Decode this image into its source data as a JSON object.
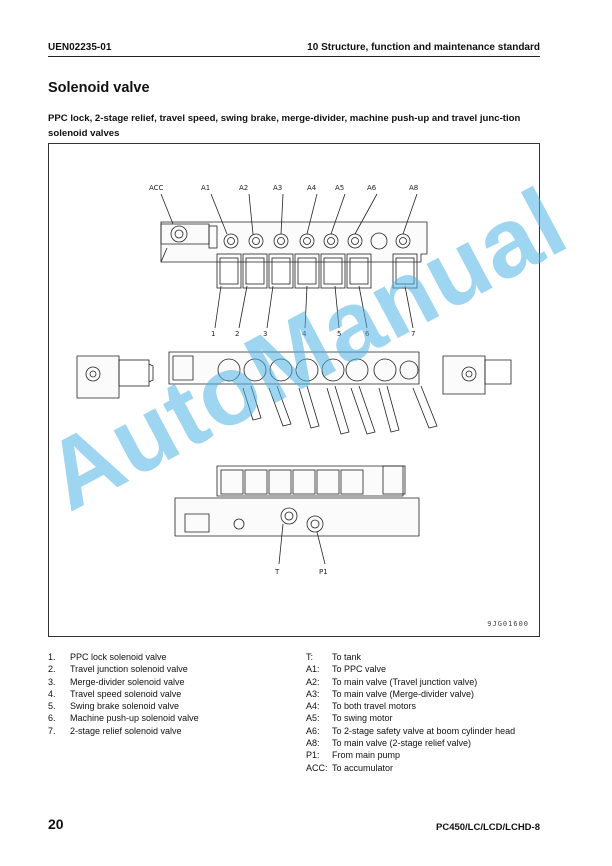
{
  "header": {
    "doc_code": "UEN02235-01",
    "section": "10 Structure, function and maintenance standard"
  },
  "title": "Solenoid valve",
  "subtitle": "PPC lock, 2-stage relief, travel speed, swing brake, merge-divider, machine push-up and travel junc-tion solenoid valves",
  "figure": {
    "code": "9JG01600",
    "port_labels": [
      "ACC",
      "A1",
      "A2",
      "A3",
      "A4",
      "A5",
      "A6",
      "A8"
    ],
    "callouts": [
      "1",
      "2",
      "3",
      "4",
      "5",
      "6",
      "7"
    ],
    "bottom_labels": [
      "T",
      "P1"
    ]
  },
  "parts": [
    {
      "num": "1.",
      "text": "PPC lock solenoid valve"
    },
    {
      "num": "2.",
      "text": "Travel junction solenoid valve"
    },
    {
      "num": "3.",
      "text": "Merge-divider solenoid valve"
    },
    {
      "num": "4.",
      "text": "Travel speed solenoid valve"
    },
    {
      "num": "5.",
      "text": "Swing brake solenoid valve"
    },
    {
      "num": "6.",
      "text": "Machine push-up solenoid valve"
    },
    {
      "num": "7.",
      "text": "2-stage relief solenoid valve"
    }
  ],
  "ports": [
    {
      "key": "T:",
      "text": "To tank"
    },
    {
      "key": "A1:",
      "text": "To PPC valve"
    },
    {
      "key": "A2:",
      "text": "To main valve (Travel junction valve)"
    },
    {
      "key": "A3:",
      "text": "To main valve (Merge-divider valve)"
    },
    {
      "key": "A4:",
      "text": "To both travel motors"
    },
    {
      "key": "A5:",
      "text": "To swing motor"
    },
    {
      "key": "A6:",
      "text": "To 2-stage safety valve at boom cylinder head"
    },
    {
      "key": "A8:",
      "text": "To main valve (2-stage relief valve)"
    },
    {
      "key": "P1:",
      "text": "From main pump"
    },
    {
      "key": "ACC:",
      "text": "To accumulator"
    }
  ],
  "footer": {
    "page": "20",
    "model": "PC450/LC/LCD/LCHD-8"
  },
  "watermark": "AutoManual"
}
